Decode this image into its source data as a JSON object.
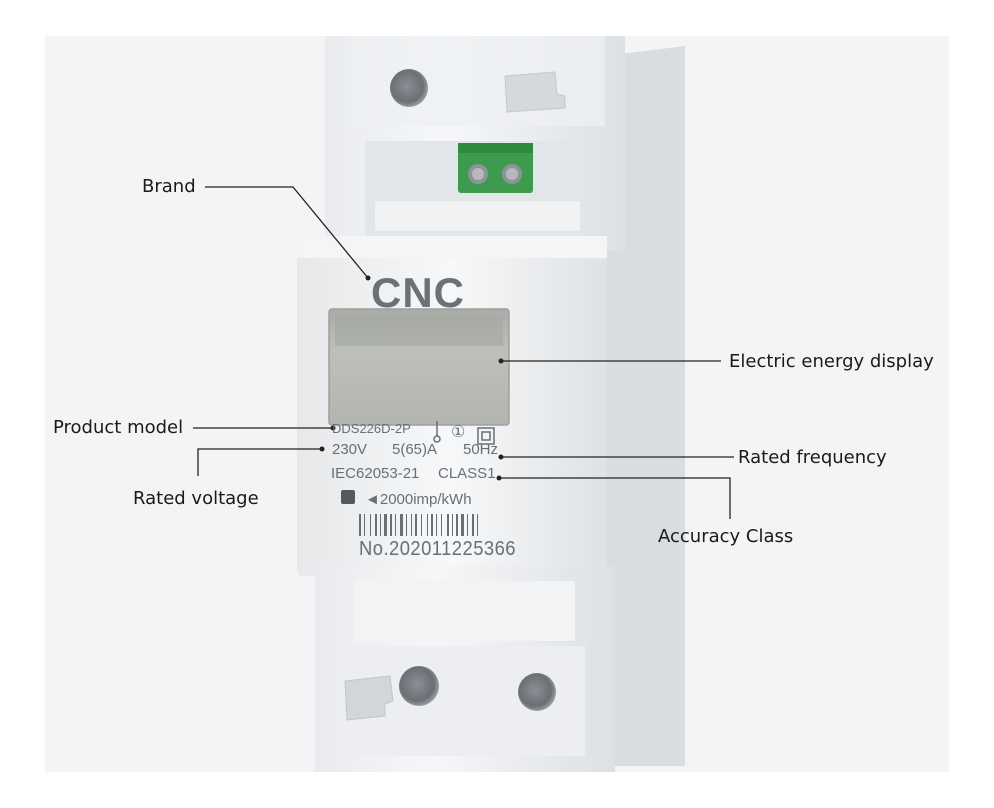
{
  "meter": {
    "brand": "CNC",
    "model": "DDS226D-2P",
    "voltage": "230V",
    "current": "5(65)A",
    "frequency": "50Hz",
    "standard": "IEC62053-21",
    "accuracy_class": "CLASS1",
    "impulse_rate": "◄2000imp/kWh",
    "serial_number": "No.202011225366",
    "phase_symbol": "①"
  },
  "callouts": {
    "brand": "Brand",
    "display": "Electric energy display",
    "product_model": "Product model",
    "rated_frequency": "Rated frequency",
    "rated_voltage": "Rated voltage",
    "accuracy_class": "Accuracy Class"
  },
  "colors": {
    "background": "#f3f4f5",
    "housing": "#eceef0",
    "lcd": "#b7b9b4",
    "terminal_block": "#3e9a4c",
    "text_primary": "#1a1a1a",
    "print_gray": "#6a6f74"
  }
}
